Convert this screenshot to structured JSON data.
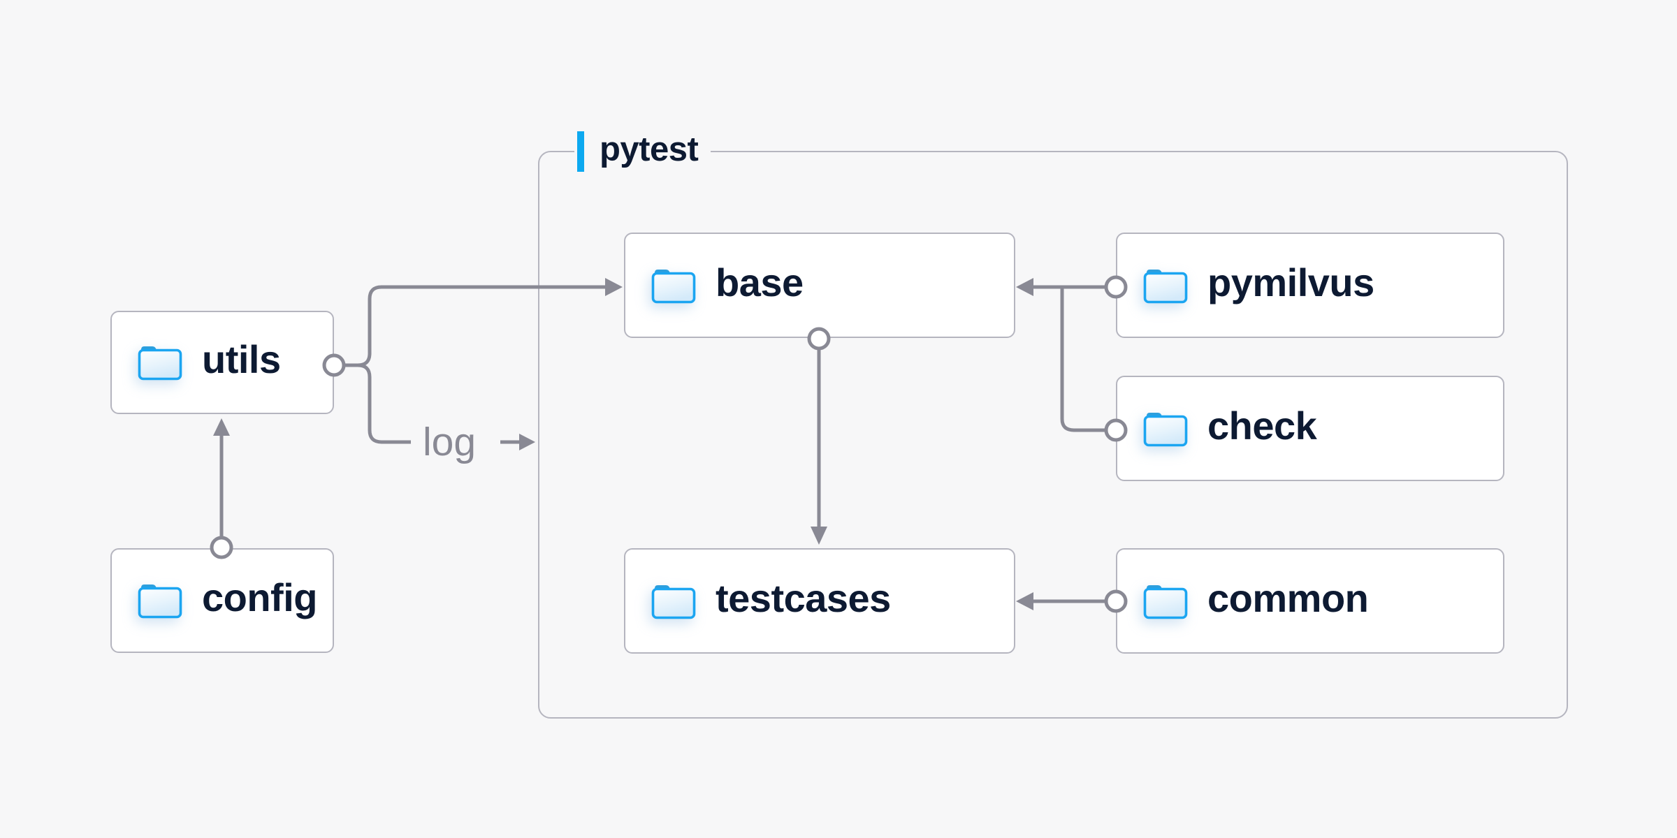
{
  "diagram": {
    "container": {
      "label": "pytest"
    },
    "nodes": {
      "utils": {
        "label": "utils",
        "icon": "folder-icon"
      },
      "config": {
        "label": "config",
        "icon": "folder-icon"
      },
      "base": {
        "label": "base",
        "icon": "folder-icon"
      },
      "pymilvus": {
        "label": "pymilvus",
        "icon": "folder-icon"
      },
      "check": {
        "label": "check",
        "icon": "folder-icon"
      },
      "testcases": {
        "label": "testcases",
        "icon": "folder-icon"
      },
      "common": {
        "label": "common",
        "icon": "folder-icon"
      }
    },
    "edges": {
      "log_label": "log",
      "list": [
        {
          "from": "config",
          "to": "utils",
          "style": "arrow"
        },
        {
          "from": "utils",
          "to": "base",
          "style": "arrow"
        },
        {
          "from": "utils",
          "to": "pytest-container",
          "style": "arrow",
          "label": "log"
        },
        {
          "from": "pymilvus",
          "to": "base",
          "style": "arrow"
        },
        {
          "from": "check",
          "to": "base",
          "style": "arrow-merge"
        },
        {
          "from": "base",
          "to": "testcases",
          "style": "arrow"
        },
        {
          "from": "common",
          "to": "testcases",
          "style": "arrow"
        }
      ]
    },
    "colors": {
      "background": "#f7f7f8",
      "node_fill": "#ffffff",
      "node_border": "#b5b5bf",
      "connector": "#898994",
      "text_navy": "#0d1a32",
      "accent_blue": "#0da9f0",
      "folder_stroke": "#1ba5f1",
      "folder_tab": "#2d9fdd",
      "folder_fill_light": "#fdfeff",
      "folder_fill_dark": "#d4eafa"
    }
  }
}
